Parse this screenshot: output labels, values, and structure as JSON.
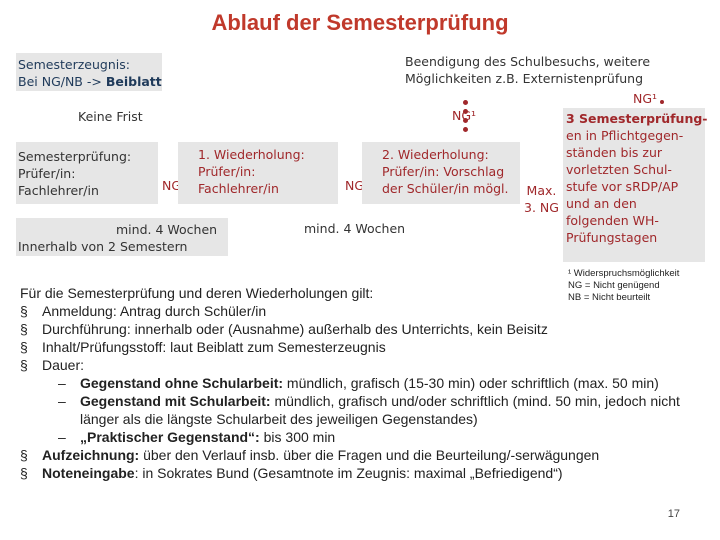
{
  "title": "Ablauf der Semesterprüfung",
  "zeugnis": {
    "line1": "Semesterzeugnis:",
    "line2_prefix": "Bei NG/NB -> ",
    "line2_bold": "Beiblatt"
  },
  "keine_frist": "Keine Frist",
  "step1": {
    "line1": "Semesterprüfung:",
    "line2": "Prüfer/in:",
    "line3": "Fachlehrer/in"
  },
  "ng_a": "NG",
  "step2": {
    "line1": "1. Wiederholung:",
    "line2": "Prüfer/in:",
    "line3": "Fachlehrer/in"
  },
  "gap1": {
    "line1": "mind. 4 Wochen",
    "line2": "Innerhalb von 2 Semestern"
  },
  "ng_b": "NG",
  "step3": {
    "line1": "2. Wiederholung:",
    "line2": "Prüfer/in: Vorschlag",
    "line3": "der Schüler/in mögl."
  },
  "gap2": "mind. 4 Wochen",
  "ng1_mid": "NG¹",
  "top_right": {
    "line1": "Beendigung des Schulbesuchs, weitere",
    "line2": "Möglichkeiten z.B. Externistenprüfung"
  },
  "ng1_right": "NG¹",
  "max": {
    "line1": "Max.",
    "line2": "3. NG"
  },
  "step4": {
    "line1": "3 Semesterprüfung-",
    "line2": "en in Pflichtgegen-",
    "line3": "ständen bis zur",
    "line4": "vorletzten Schul-",
    "line5": "stufe vor sRDP/AP",
    "line6": "und an den",
    "line7": "folgenden WH-",
    "line8": "Prüfungstagen"
  },
  "footnote": {
    "line1": "¹ Widerspruchsmöglichkeit",
    "line2": "NG = Nicht genügend",
    "line3": "NB = Nicht beurteilt"
  },
  "body": {
    "heading": "Für die Semesterprüfung und deren Wiederholungen gilt:",
    "items": [
      {
        "label": "Anmeldung:",
        "text": " Antrag durch Schüler/in"
      },
      {
        "label": "Durchführung:",
        "text": " innerhalb oder (Ausnahme) außerhalb des Unterrichts, kein Beisitz"
      },
      {
        "label": "Inhalt/Prüfungsstoff:",
        "text": " laut Beiblatt zum Semesterzeugnis"
      },
      {
        "label": "Dauer:",
        "text": ""
      }
    ],
    "sub": [
      {
        "label": "Gegenstand ohne Schularbeit:",
        "text": " mündlich, grafisch (15-30 min) oder schriftlich (max. 50 min)"
      },
      {
        "label": "Gegenstand mit Schularbeit:",
        "text": " mündlich, grafisch und/oder schriftlich (mind. 50 min, jedoch nicht länger als die längste Schularbeit des jeweiligen Gegenstandes)"
      },
      {
        "label": "„Praktischer Gegenstand“:",
        "text": " bis 300 min"
      }
    ],
    "tail": [
      {
        "label": "Aufzeichnung:",
        "text": " über den Verlauf insb. über die Fragen und die Beurteilung/-serwägungen"
      },
      {
        "label": "Noteneingabe",
        "text": ": in Sokrates Bund (Gesamtnote im Zeugnis: maximal „Befriedigend“)"
      }
    ]
  },
  "page_number": "17",
  "colors": {
    "title": "#c0392b",
    "accent": "#a0282b",
    "box": "#e6e6e6"
  }
}
